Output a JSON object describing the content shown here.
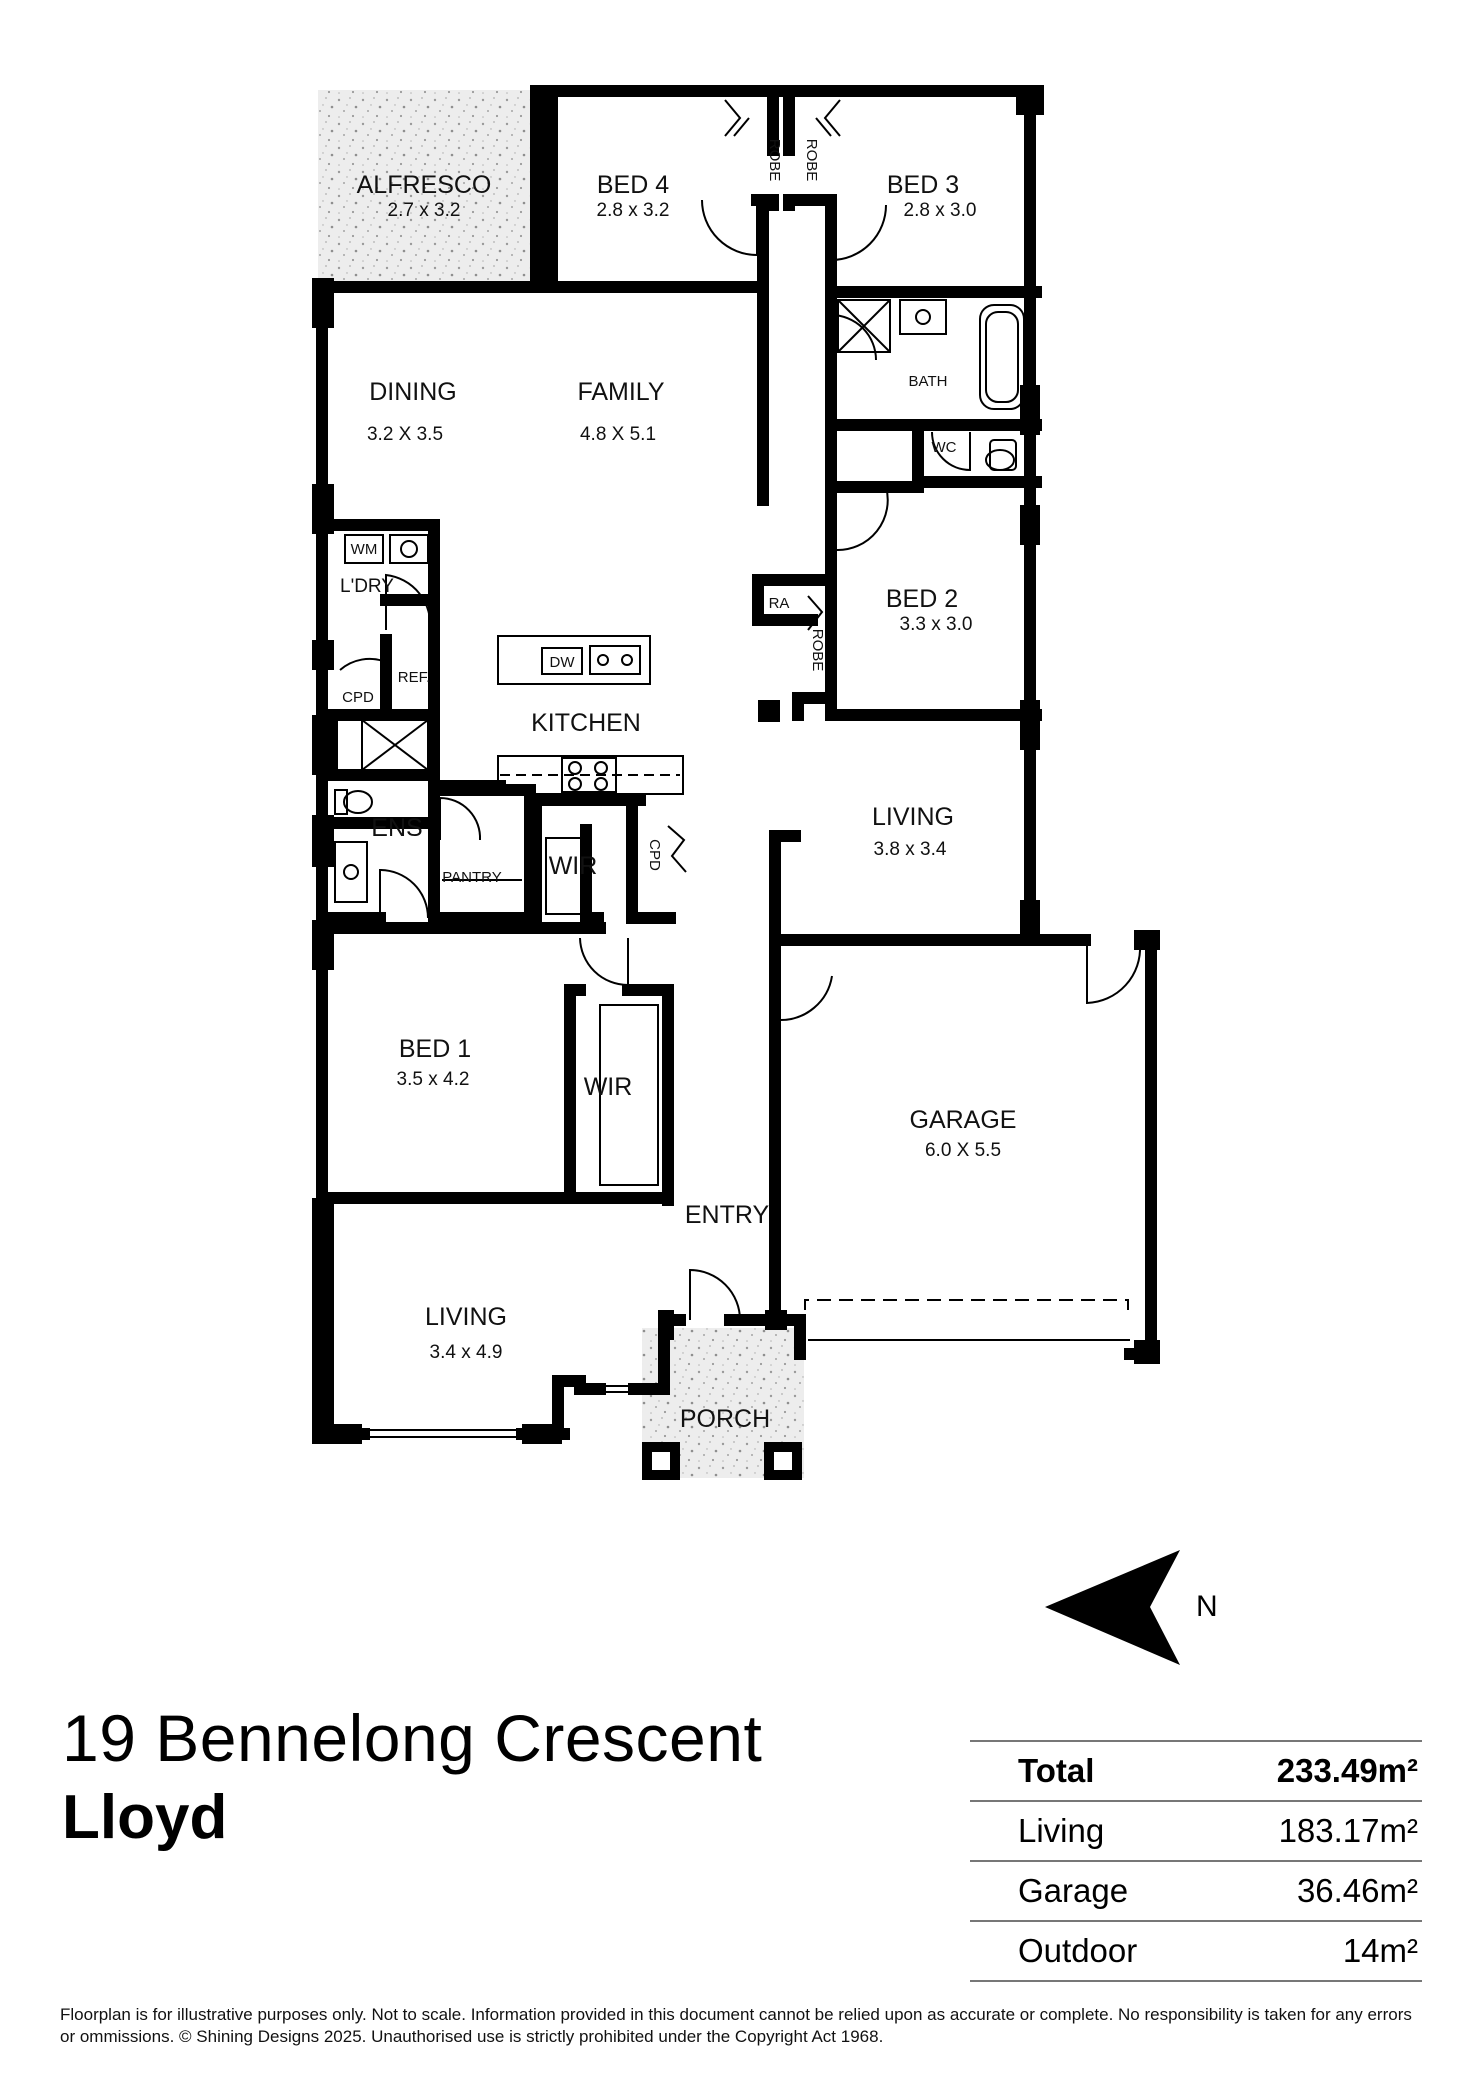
{
  "rooms": {
    "alfresco": {
      "name": "ALFRESCO",
      "dims": "2.7 x 3.2"
    },
    "bed4": {
      "name": "BED 4",
      "dims": "2.8 x 3.2"
    },
    "bed3": {
      "name": "BED 3",
      "dims": "2.8 x 3.0"
    },
    "dining": {
      "name": "DINING",
      "dims": "3.2 X 3.5"
    },
    "family": {
      "name": "FAMILY",
      "dims": "4.8 X 5.1"
    },
    "bath": {
      "name": "BATH"
    },
    "wc": {
      "name": "WC"
    },
    "bed2": {
      "name": "BED 2",
      "dims": "3.3 x 3.0"
    },
    "ra": {
      "name": "RA"
    },
    "laundry": {
      "name": "L'DRY"
    },
    "wm": {
      "name": "WM"
    },
    "ref": {
      "name": "REF."
    },
    "cpd": {
      "name": "CPD"
    },
    "dw": {
      "name": "DW"
    },
    "kitchen": {
      "name": "KITCHEN"
    },
    "ens": {
      "name": "ENS"
    },
    "pantry": {
      "name": "PANTRY"
    },
    "wir1": {
      "name": "WIR"
    },
    "cpd2": {
      "name": "CPD"
    },
    "living_rear": {
      "name": "LIVING",
      "dims": "3.8 x 3.4"
    },
    "bed1": {
      "name": "BED 1",
      "dims": "3.5 x 4.2"
    },
    "wir2": {
      "name": "WIR"
    },
    "garage": {
      "name": "GARAGE",
      "dims": "6.0 X 5.5"
    },
    "entry": {
      "name": "ENTRY"
    },
    "living_front": {
      "name": "LIVING",
      "dims": "3.4 x 4.9"
    },
    "porch": {
      "name": "PORCH"
    },
    "robe": "ROBE"
  },
  "north_label": "N",
  "address": "19 Bennelong Crescent",
  "model": "Lloyd",
  "areas": [
    {
      "label": "Total",
      "value": "233.49m²",
      "bold": true
    },
    {
      "label": "Living",
      "value": "183.17m²"
    },
    {
      "label": "Garage",
      "value": "36.46m²"
    },
    {
      "label": "Outdoor",
      "value": "14m²"
    }
  ],
  "disclaimer": "Floorplan is for illustrative purposes only. Not to scale. Information provided in this document cannot be relied upon as accurate or complete. No responsibility is taken for any errors or ommissions. © Shining Designs 2025. Unauthorised use is strictly prohibited under the Copyright Act 1968."
}
